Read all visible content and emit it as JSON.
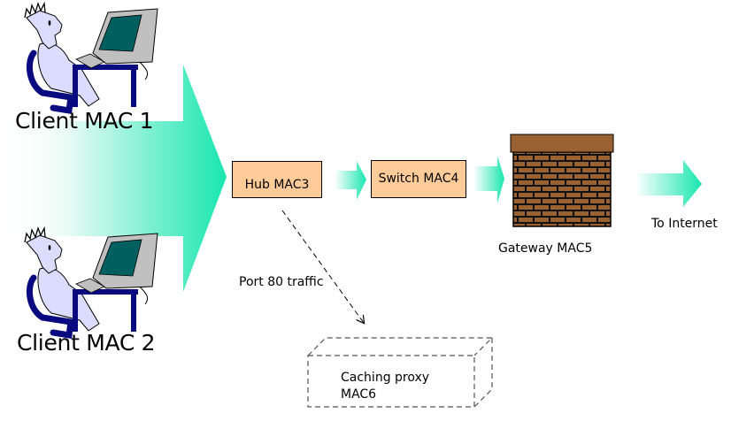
{
  "diagram": {
    "title": "Network traffic path with transparent caching proxy",
    "nodes": {
      "client1": {
        "label": "Client MAC 1",
        "icon": "user-at-computer-icon"
      },
      "client2": {
        "label": "Client MAC 2",
        "icon": "user-at-computer-icon"
      },
      "hub": {
        "label": "Hub MAC3"
      },
      "switch": {
        "label": "Switch MAC4"
      },
      "gateway": {
        "label": "Gateway MAC5",
        "icon": "brick-wall-firewall-icon"
      },
      "proxy": {
        "label_line1": "Caching proxy",
        "label_line2": "MAC6"
      }
    },
    "edges": [
      {
        "from": "client1+client2",
        "to": "hub",
        "style": "gradient-arrow"
      },
      {
        "from": "hub",
        "to": "switch",
        "style": "gradient-arrow"
      },
      {
        "from": "switch",
        "to": "gateway",
        "style": "gradient-arrow"
      },
      {
        "from": "gateway",
        "to": "internet",
        "style": "gradient-arrow",
        "label": "To Internet"
      },
      {
        "from": "hub",
        "to": "proxy",
        "style": "dashed-arrow",
        "label": "Port 80 traffic"
      }
    ],
    "colors": {
      "arrow_start": "#ffffff",
      "arrow_end": "#19e6b0",
      "box_fill": "#ffcc99",
      "brick": "#9a6233",
      "brick_mortar": "#111111",
      "person_skin": "#dcdcff",
      "chair_desk": "#0a0a80",
      "monitor_body": "#c0c0c0",
      "monitor_screen": "#006060"
    }
  }
}
